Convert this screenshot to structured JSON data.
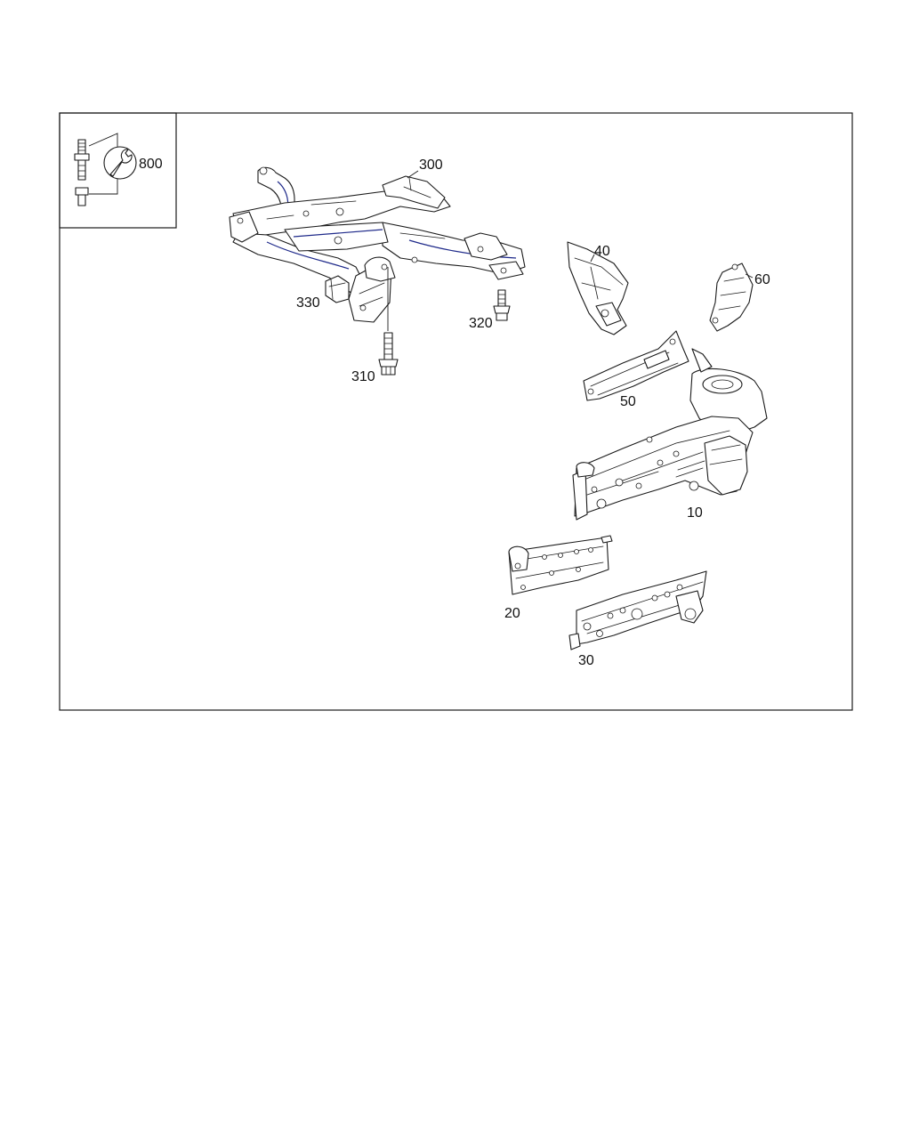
{
  "callouts": {
    "c800": "800",
    "c300": "300",
    "c330": "330",
    "c320": "320",
    "c310": "310",
    "c40": "40",
    "c60": "60",
    "c50": "50",
    "c10": "10",
    "c20": "20",
    "c30": "30"
  },
  "colors": {
    "line": "#1a1a1a",
    "accent": "#1f2a8a",
    "background": "#ffffff"
  }
}
